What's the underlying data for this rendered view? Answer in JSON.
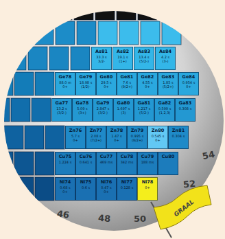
{
  "diagram": {
    "nodes": [
      {
        "text": [
          "As81",
          "33.3 s",
          "3/2-"
        ]
      },
      {
        "text": [
          "As82",
          "19.1 s",
          "(1+)"
        ]
      },
      {
        "text": [
          "As83",
          "13.4 s",
          "(5/2-)"
        ]
      },
      {
        "text": [
          "As84",
          "4.2 s",
          "(3-)"
        ]
      },
      {
        "text": [
          "Ge78",
          "88.0 m",
          "0+"
        ]
      },
      {
        "text": [
          "Ge79",
          "18.98 s",
          "(1/2)-"
        ]
      },
      {
        "text": [
          "Ge80",
          "29.5 s",
          "0+"
        ]
      },
      {
        "text": [
          "Ge81",
          "7.6 s",
          "(9/2+)"
        ]
      },
      {
        "text": [
          "Ge82",
          "4.55 s",
          "0+"
        ]
      },
      {
        "text": [
          "Ge83",
          "1.85 s",
          "(5/2+)"
        ]
      },
      {
        "text": [
          "Ge84",
          "0.954 s",
          "0+"
        ]
      },
      {
        "text": [
          "Ga77",
          "13.2 s",
          "(3/2-)"
        ]
      },
      {
        "text": [
          "Ga78",
          "5.09 s",
          "(3+)"
        ]
      },
      {
        "text": [
          "Ga79",
          "2.847 s",
          "(3/2-)"
        ]
      },
      {
        "text": [
          "Ga80",
          "1.697 s",
          "(3)"
        ]
      },
      {
        "text": [
          "Ga81",
          "1.217 s",
          "(5/2-)"
        ]
      },
      {
        "text": [
          "Ga82",
          "0.599 s",
          "(1,2,3)"
        ]
      },
      {
        "text": [
          "Ga83",
          "0.308 s"
        ]
      },
      {
        "text": [
          "Zn76",
          "5.7 s",
          "0+"
        ]
      },
      {
        "text": [
          "Zn77",
          "2.08 s",
          "(7/2+)"
        ]
      },
      {
        "text": [
          "Zn78",
          "1.47 s",
          "0+"
        ]
      },
      {
        "text": [
          "Zn79",
          "0.995 s",
          "(9/2+)"
        ]
      },
      {
        "text": [
          "Zn80",
          "0.545 s",
          "0+"
        ]
      },
      {
        "text": [
          "Zn81",
          "0.304 s"
        ]
      },
      {
        "text": [
          "Cu75",
          "1.224 s"
        ]
      },
      {
        "text": [
          "Cu76",
          "0.641 s"
        ]
      },
      {
        "text": [
          "Cu77",
          "469 ms"
        ]
      },
      {
        "text": [
          "Cu78",
          "342 ms"
        ]
      },
      {
        "text": [
          "Cu79",
          "188 ms"
        ]
      },
      {
        "text": [
          "Cu80"
        ]
      },
      {
        "text": [
          "Ni74",
          "0.68 s",
          "0+"
        ]
      },
      {
        "text": [
          "Ni75",
          "0.6 s"
        ]
      },
      {
        "text": [
          "Ni76",
          "0.47 s",
          "0+"
        ]
      },
      {
        "text": [
          "Ni77",
          "0.128 s"
        ]
      },
      {
        "text": [
          "Ni78",
          "0+"
        ]
      }
    ],
    "labels": [
      "46",
      "48",
      "50",
      "52",
      "54",
      "GRAAL"
    ]
  }
}
